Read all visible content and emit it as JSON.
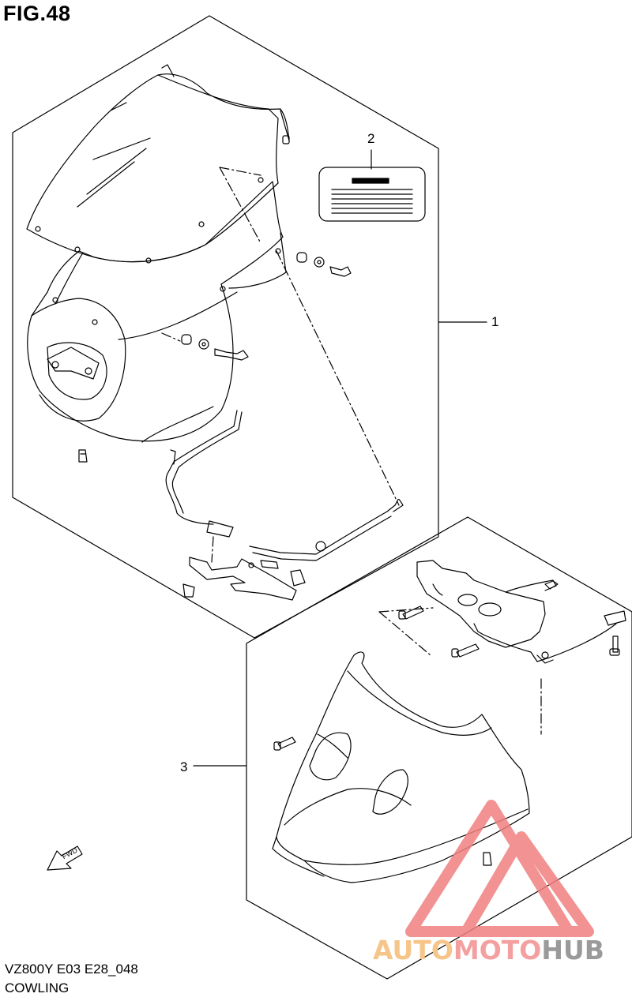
{
  "figure": {
    "title": "FIG.48",
    "model_code": "VZ800Y  E03  E28_048",
    "name": "COWLING"
  },
  "callouts": [
    {
      "label": "1"
    },
    {
      "label": "2"
    },
    {
      "label": "3"
    }
  ],
  "fwd_arrow": {
    "label": "FWD"
  },
  "watermark": {
    "part1": "AUTO",
    "part2": "MOTO",
    "part3": "HUB",
    "colors": {
      "auto": "#f6c58a",
      "moto": "#f4a0a0",
      "hub": "#9a9a9a",
      "logo": "#f08080"
    }
  }
}
